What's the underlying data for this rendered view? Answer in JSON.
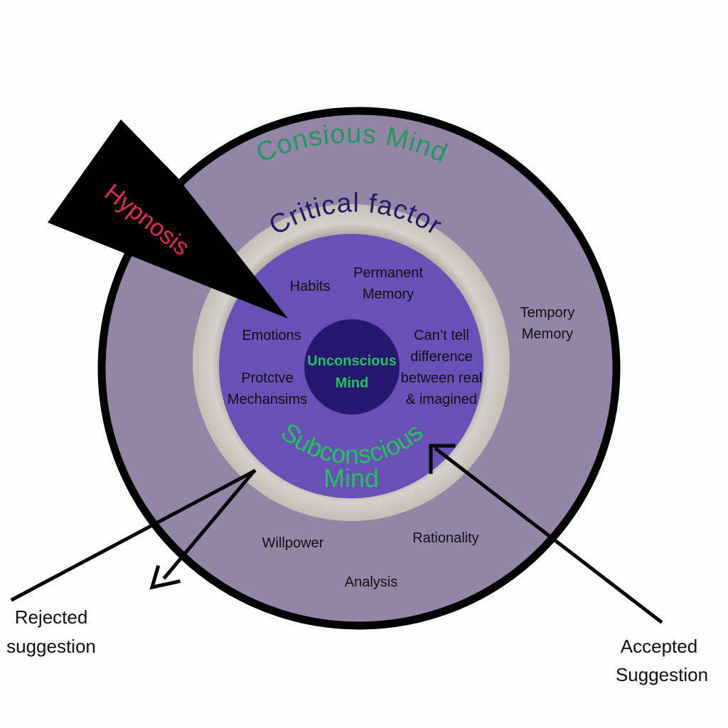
{
  "title": "Conscious / Subconscious Mind Diagram",
  "colors": {
    "background": "#fdfdfd",
    "outer_ring": "#9485a6",
    "outer_border": "#000000",
    "critical_ring": "#ccc6bf",
    "subconscious_disc": "#6a4fb6",
    "unconscious_core": "#26186e",
    "green_label": "#1f9a5e",
    "bright_green_label": "#21c45a",
    "critical_label": "#241a66",
    "hypnosis_label": "#e8245a",
    "body_text": "#111111"
  },
  "layers": {
    "conscious": {
      "label": "Consious Mind",
      "items": [
        "Tempory",
        "Memory",
        "Willpower",
        "Rationality",
        "Analysis"
      ]
    },
    "critical_factor": {
      "label": "Critical factor"
    },
    "subconscious": {
      "label_line1": "Subconscious",
      "label_line2": "Mind",
      "items": {
        "habits": "Habits",
        "permanent_1": "Permanent",
        "permanent_2": "Memory",
        "emotions": "Emotions",
        "cant_1": "Can’t tell",
        "cant_2": "difference",
        "cant_3": "between real",
        "cant_4": "& imagined",
        "protective_1": "Protctve",
        "protective_2": "Mechansims"
      }
    },
    "unconscious": {
      "label_line1": "Unconscious",
      "label_line2": "Mind"
    }
  },
  "arrows": {
    "hypnosis": {
      "label": "Hypnosis"
    },
    "rejected": {
      "label_line1": "Rejected",
      "label_line2": "suggestion"
    },
    "accepted": {
      "label_line1": "Accepted",
      "label_line2": "Suggestion"
    }
  }
}
